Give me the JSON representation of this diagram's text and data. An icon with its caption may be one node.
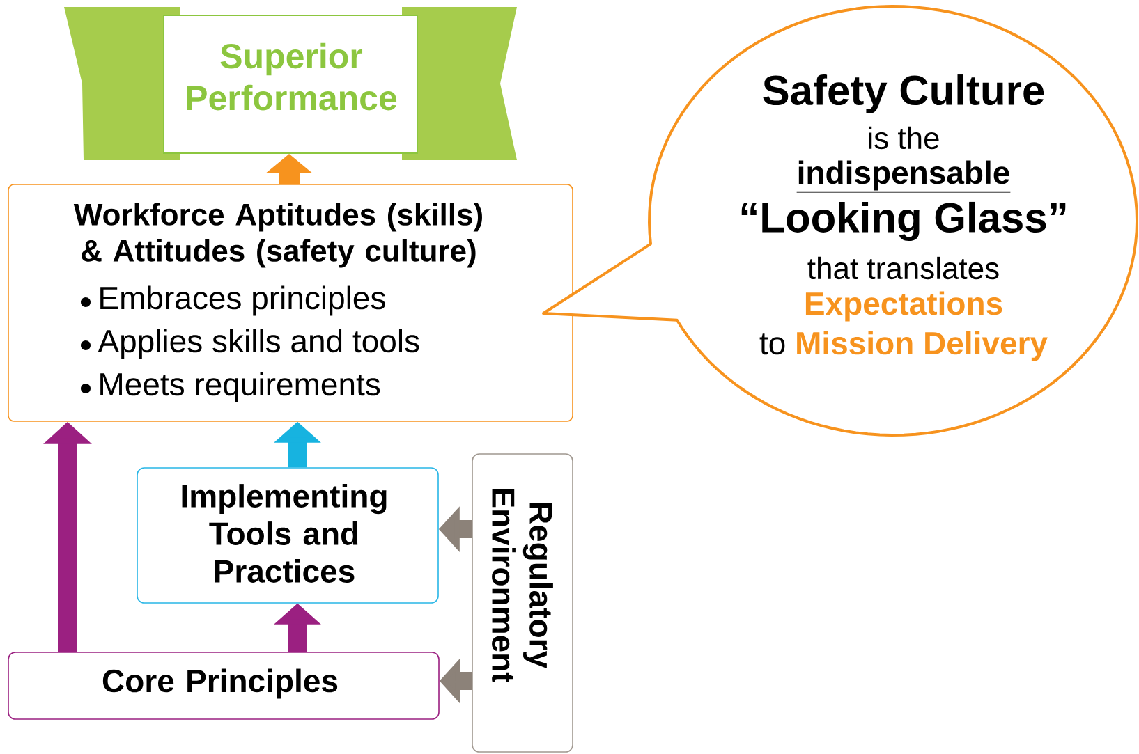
{
  "diagram": {
    "nodes": [
      {
        "text": [
          "Superior Performance"
        ]
      },
      {
        "text": [
          "Workforce Aptitudes (skills) & Attitudes (safety culture)",
          "Embraces principles",
          "Applies skills and tools",
          "Meets requirements"
        ]
      },
      {
        "text": [
          "Safety Culture",
          "is the",
          "indispensable",
          "“Looking Glass”",
          "that translates",
          "Expectations",
          "to",
          "Mission Delivery"
        ]
      },
      {
        "text": [
          "Implementing Tools and Practices"
        ]
      },
      {
        "text": [
          "Core Principles"
        ]
      },
      {
        "text": [
          "Regulatory Environment"
        ]
      }
    ],
    "edges": [
      {
        "from": 1,
        "to": 0,
        "arrow": "to",
        "color": "#f7931e"
      },
      {
        "from": 4,
        "to": 1,
        "arrow": "to",
        "color": "#9b2081"
      },
      {
        "from": 3,
        "to": 1,
        "arrow": "to",
        "color": "#17b3e0"
      },
      {
        "from": 4,
        "to": 3,
        "arrow": "to",
        "color": "#9b2081"
      },
      {
        "from": 5,
        "to": 3,
        "arrow": "to",
        "color": "#8c8279"
      },
      {
        "from": 5,
        "to": 4,
        "arrow": "to",
        "color": "#8c8279"
      }
    ]
  }
}
